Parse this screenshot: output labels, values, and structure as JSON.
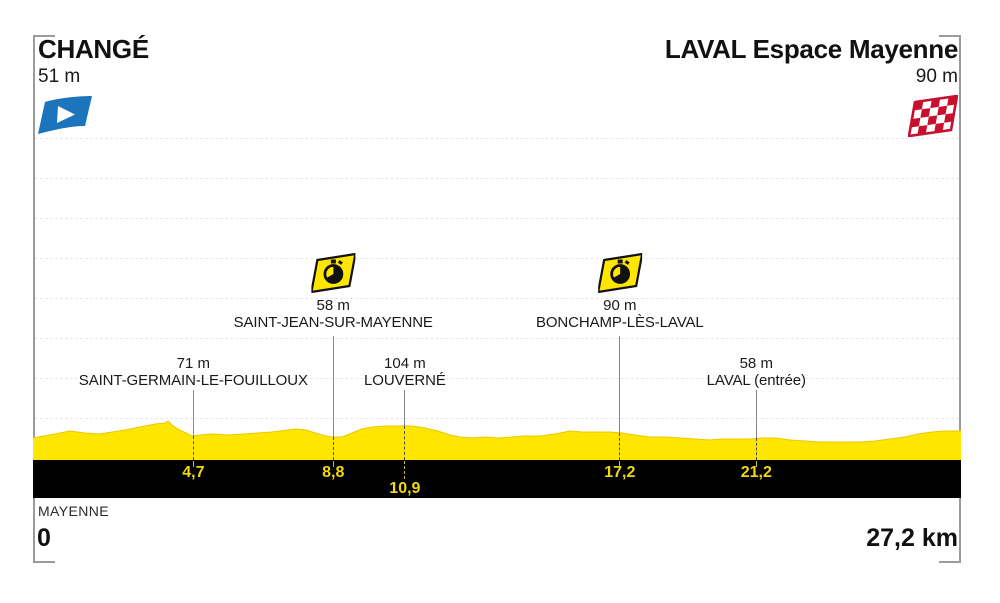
{
  "route": {
    "start": {
      "name": "CHANGÉ",
      "elevation": "51 m"
    },
    "finish": {
      "name": "LAVAL Espace Mayenne",
      "elevation": "90 m"
    },
    "department": "MAYENNE",
    "start_km_label": "0",
    "total_km_label": "27,2 km"
  },
  "icons": {
    "start_flag": "blue flag with white right-pointing triangle",
    "finish_flag": "red and white checkered flag",
    "time_check": "yellow flag with black stopwatch"
  },
  "colors": {
    "profile_yellow": "#FFE600",
    "profile_edge": "#E8C800",
    "bar_black": "#000000",
    "km_number_yellow": "#F2D80C",
    "frame_gray": "#9B9B9B",
    "line_gray": "#8A8A8A",
    "dash_dark": "#4A4A4A",
    "dash_on_black": "#C4B84E",
    "start_flag_blue": "#1C75BC",
    "finish_flag_red": "#C8102E"
  },
  "chart_data": {
    "type": "area",
    "title": "Stage profile — Changé to Laval Espace Mayenne (individual time trial)",
    "x_unit": "km",
    "y_unit": "m",
    "x_range": [
      0,
      27.2
    ],
    "grid": "faint dashed horizontal lines",
    "start": {
      "name": "CHANGÉ",
      "km": 0,
      "elevation_m": 51
    },
    "finish": {
      "name": "LAVAL Espace Mayenne",
      "km": 27.2,
      "elevation_m": 90
    },
    "time_checks_km": [
      8.8,
      17.2
    ],
    "waypoints": [
      {
        "km": 4.7,
        "km_label": "4,7",
        "elevation_label": "71 m",
        "elevation_m": 71,
        "name": "SAINT-GERMAIN-LE-FOUILLOUX",
        "time_check": false,
        "bar_row": 1
      },
      {
        "km": 8.8,
        "km_label": "8,8",
        "elevation_label": "58 m",
        "elevation_m": 58,
        "name": "SAINT-JEAN-SUR-MAYENNE",
        "time_check": true,
        "bar_row": 1
      },
      {
        "km": 10.9,
        "km_label": "10,9",
        "elevation_label": "104 m",
        "elevation_m": 104,
        "name": "LOUVERNÉ",
        "time_check": false,
        "bar_row": 2
      },
      {
        "km": 17.2,
        "km_label": "17,2",
        "elevation_label": "90 m",
        "elevation_m": 90,
        "name": "BONCHAMP-LÈS-LAVAL",
        "time_check": true,
        "bar_row": 1
      },
      {
        "km": 21.2,
        "km_label": "21,2",
        "elevation_label": "58 m",
        "elevation_m": 58,
        "name": "LAVAL (entrée)",
        "time_check": false,
        "bar_row": 1
      }
    ],
    "profile_shape_note": "pairs [km, drawn_height_px] of the yellow area above the black bar; vertical scale is stylised, not metric",
    "profile_shape": [
      [
        0,
        22
      ],
      [
        0.64,
        26
      ],
      [
        1.08,
        29
      ],
      [
        1.52,
        27
      ],
      [
        1.96,
        26
      ],
      [
        2.32,
        28
      ],
      [
        2.7,
        30
      ],
      [
        3.14,
        33
      ],
      [
        3.58,
        36
      ],
      [
        3.87,
        37
      ],
      [
        3.96,
        39
      ],
      [
        4.07,
        35
      ],
      [
        4.3,
        30
      ],
      [
        4.66,
        24
      ],
      [
        4.9,
        25
      ],
      [
        5.25,
        26
      ],
      [
        5.72,
        25
      ],
      [
        6.16,
        26
      ],
      [
        6.59,
        27
      ],
      [
        7.0,
        28
      ],
      [
        7.47,
        30
      ],
      [
        7.7,
        31
      ],
      [
        8.0,
        30
      ],
      [
        8.18,
        28
      ],
      [
        8.47,
        25
      ],
      [
        8.73,
        23
      ],
      [
        9.06,
        23
      ],
      [
        9.35,
        27
      ],
      [
        9.64,
        31
      ],
      [
        9.94,
        33
      ],
      [
        10.32,
        34
      ],
      [
        10.76,
        34
      ],
      [
        11.11,
        34
      ],
      [
        11.49,
        32
      ],
      [
        11.87,
        29
      ],
      [
        12.22,
        25
      ],
      [
        12.51,
        23
      ],
      [
        12.87,
        22
      ],
      [
        13.25,
        23
      ],
      [
        13.63,
        22
      ],
      [
        14.04,
        23
      ],
      [
        14.42,
        24
      ],
      [
        14.86,
        24
      ],
      [
        15.3,
        26
      ],
      [
        15.74,
        29
      ],
      [
        16.09,
        28
      ],
      [
        16.47,
        28
      ],
      [
        16.91,
        28
      ],
      [
        17.26,
        27
      ],
      [
        17.64,
        25
      ],
      [
        18.08,
        23
      ],
      [
        18.52,
        23
      ],
      [
        18.96,
        22
      ],
      [
        19.4,
        21
      ],
      [
        19.84,
        20
      ],
      [
        20.19,
        21
      ],
      [
        20.57,
        21
      ],
      [
        21.01,
        21
      ],
      [
        21.37,
        22
      ],
      [
        21.75,
        22
      ],
      [
        22.19,
        20
      ],
      [
        22.63,
        19
      ],
      [
        23.07,
        18
      ],
      [
        23.65,
        18
      ],
      [
        24.24,
        18
      ],
      [
        24.68,
        19
      ],
      [
        25.12,
        21
      ],
      [
        25.56,
        23
      ],
      [
        25.94,
        26
      ],
      [
        26.35,
        28
      ],
      [
        26.73,
        29
      ],
      [
        27.2,
        29
      ]
    ]
  }
}
